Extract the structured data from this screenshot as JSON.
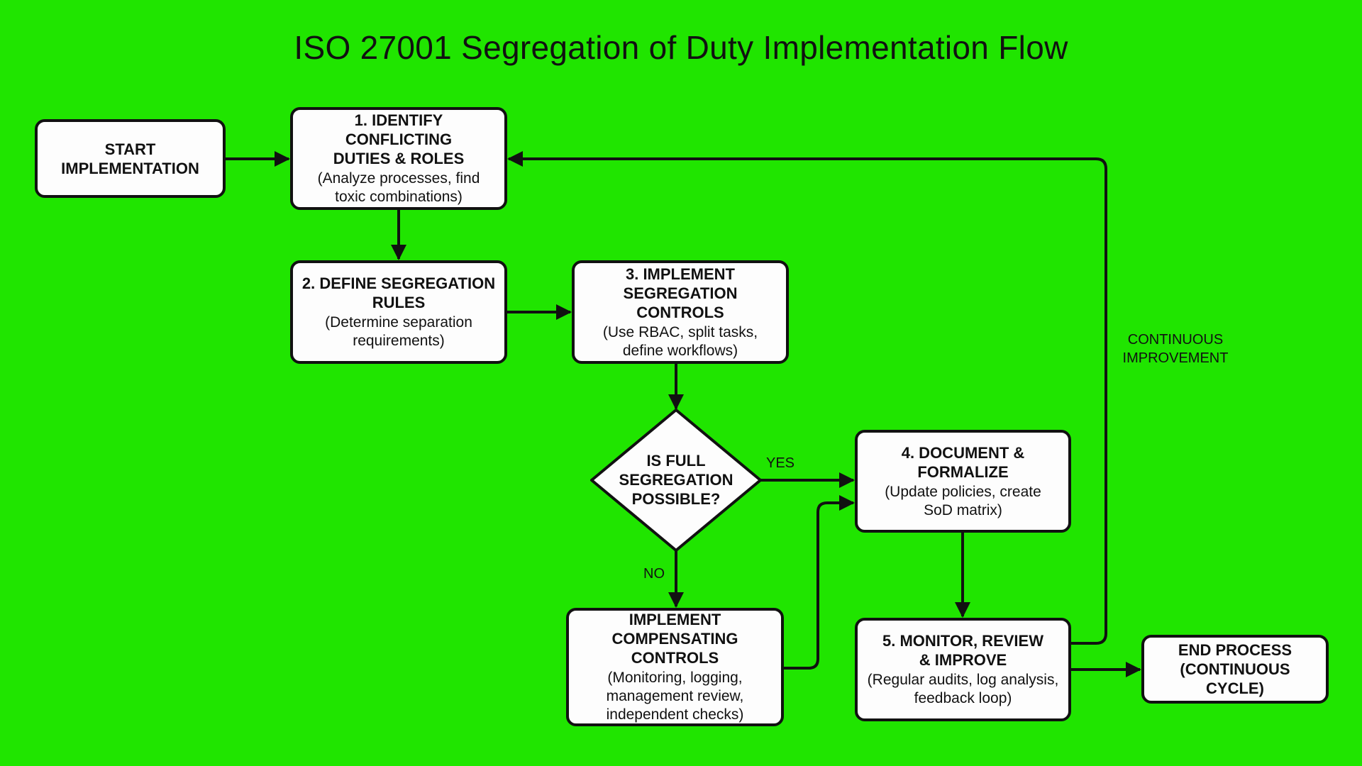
{
  "title": "ISO 27001 Segregation of Duty Implementation Flow",
  "colors": {
    "background": "#20e500",
    "box_fill": "#fdfdfd",
    "stroke": "#111111"
  },
  "nodes": {
    "start": {
      "heading": "START\nIMPLEMENTATION",
      "detail": ""
    },
    "step1": {
      "heading": "1. IDENTIFY CONFLICTING\nDUTIES & ROLES",
      "detail": "(Analyze processes, find\ntoxic combinations)"
    },
    "step2": {
      "heading": "2. DEFINE SEGREGATION\nRULES",
      "detail": "(Determine separation\nrequirements)"
    },
    "step3": {
      "heading": "3. IMPLEMENT\nSEGREGATION CONTROLS",
      "detail": "(Use RBAC, split tasks,\ndefine workflows)"
    },
    "decision": {
      "heading": "IS FULL\nSEGREGATION\nPOSSIBLE?"
    },
    "compensating": {
      "heading": "IMPLEMENT\nCOMPENSATING CONTROLS",
      "detail": "(Monitoring, logging,\nmanagement review,\nindependent checks)"
    },
    "step4": {
      "heading": "4. DOCUMENT &\nFORMALIZE",
      "detail": "(Update policies, create\nSoD matrix)"
    },
    "step5": {
      "heading": "5. MONITOR, REVIEW\n& IMPROVE",
      "detail": "(Regular audits, log analysis,\nfeedback loop)"
    },
    "end": {
      "heading": "END PROCESS\n(CONTINUOUS CYCLE)",
      "detail": ""
    }
  },
  "edge_labels": {
    "yes": "YES",
    "no": "NO",
    "loop": "CONTINUOUS\nIMPROVEMENT"
  },
  "edges": [
    {
      "from": "start",
      "to": "step1"
    },
    {
      "from": "step1",
      "to": "step2"
    },
    {
      "from": "step2",
      "to": "step3"
    },
    {
      "from": "step3",
      "to": "decision"
    },
    {
      "from": "decision",
      "to": "step4",
      "label": "YES"
    },
    {
      "from": "decision",
      "to": "compensating",
      "label": "NO"
    },
    {
      "from": "compensating",
      "to": "step4"
    },
    {
      "from": "step4",
      "to": "step5"
    },
    {
      "from": "step5",
      "to": "end"
    },
    {
      "from": "step5",
      "to": "step1",
      "label": "CONTINUOUS IMPROVEMENT"
    }
  ]
}
